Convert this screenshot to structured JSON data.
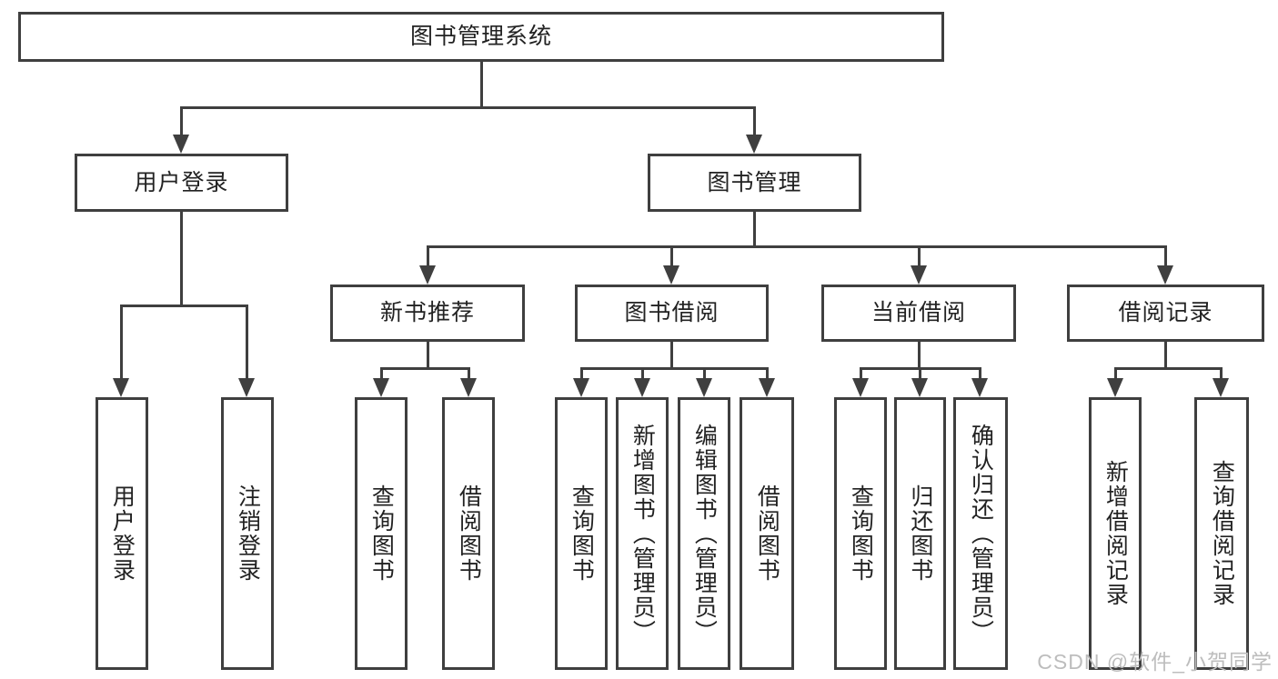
{
  "diagram": {
    "title_node": {
      "label": "图书管理系统"
    },
    "level2": {
      "user_login": {
        "label": "用户登录"
      },
      "book_mgmt": {
        "label": "图书管理"
      }
    },
    "level3": {
      "new_books": {
        "label": "新书推荐"
      },
      "book_borrow": {
        "label": "图书借阅"
      },
      "current_borrow": {
        "label": "当前借阅"
      },
      "borrow_records": {
        "label": "借阅记录"
      }
    },
    "leaves": {
      "user_login": [
        "用户登录",
        "注销登录"
      ],
      "new_books": [
        "查询图书",
        "借阅图书"
      ],
      "book_borrow": [
        "查询图书",
        "新增图书（管理员）",
        "编辑图书（管理员）",
        "借阅图书"
      ],
      "current_borrow": [
        "查询图书",
        "归还图书",
        "确认归还（管理员）"
      ],
      "borrow_records": [
        "新增借阅记录",
        "查询借阅记录"
      ]
    },
    "colors": {
      "line": "#3f3f3f",
      "text": "#222222",
      "watermark": "#bdbdbd",
      "background": "#ffffff"
    }
  },
  "watermark": {
    "text": "CSDN @软件_小贺同学"
  }
}
